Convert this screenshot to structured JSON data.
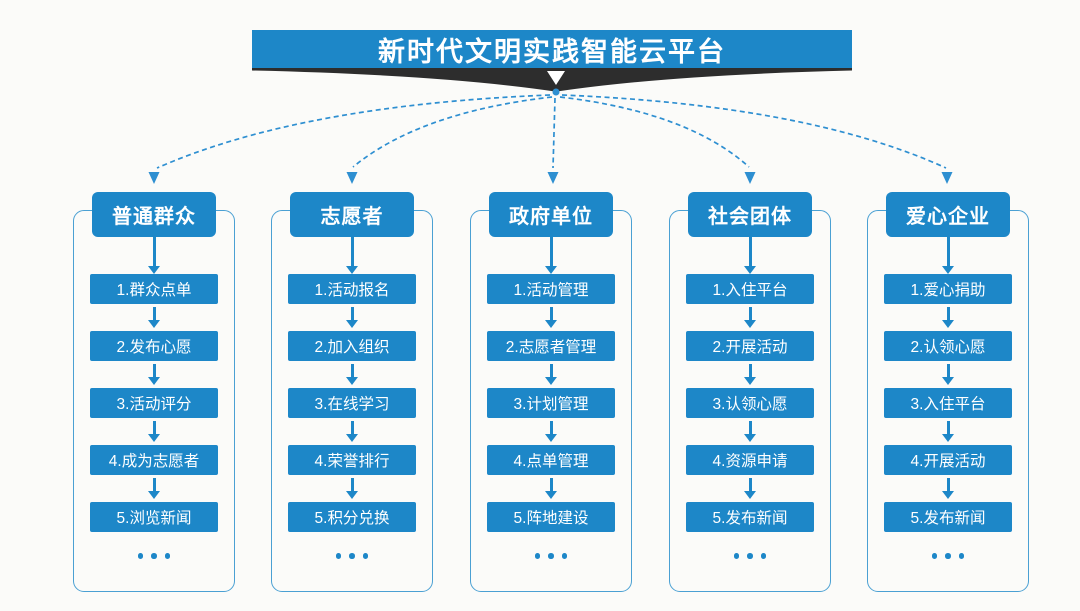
{
  "title": "新时代文明实践智能云平台",
  "hub_arrow_icon": "▼",
  "more_indicator": "...",
  "colors": {
    "accent": "#1d87c8",
    "line": "#2e8fd1",
    "border": "#4aa0d3",
    "swoosh": "#2d2d2d",
    "text-on-accent": "#ffffff",
    "background": "#fbfbf9"
  },
  "columns": [
    {
      "header": "普通群众",
      "steps": [
        "1.群众点单",
        "2.发布心愿",
        "3.活动评分",
        "4.成为志愿者",
        "5.浏览新闻"
      ],
      "more": "..."
    },
    {
      "header": "志愿者",
      "steps": [
        "1.活动报名",
        "2.加入组织",
        "3.在线学习",
        "4.荣誉排行",
        "5.积分兑换"
      ],
      "more": "..."
    },
    {
      "header": "政府单位",
      "steps": [
        "1.活动管理",
        "2.志愿者管理",
        "3.计划管理",
        "4.点单管理",
        "5.阵地建设"
      ],
      "more": "..."
    },
    {
      "header": "社会团体",
      "steps": [
        "1.入住平台",
        "2.开展活动",
        "3.认领心愿",
        "4.资源申请",
        "5.发布新闻"
      ],
      "more": "..."
    },
    {
      "header": "爱心企业",
      "steps": [
        "1.爱心捐助",
        "2.认领心愿",
        "3.入住平台",
        "4.开展活动",
        "5.发布新闻"
      ],
      "more": "..."
    }
  ]
}
